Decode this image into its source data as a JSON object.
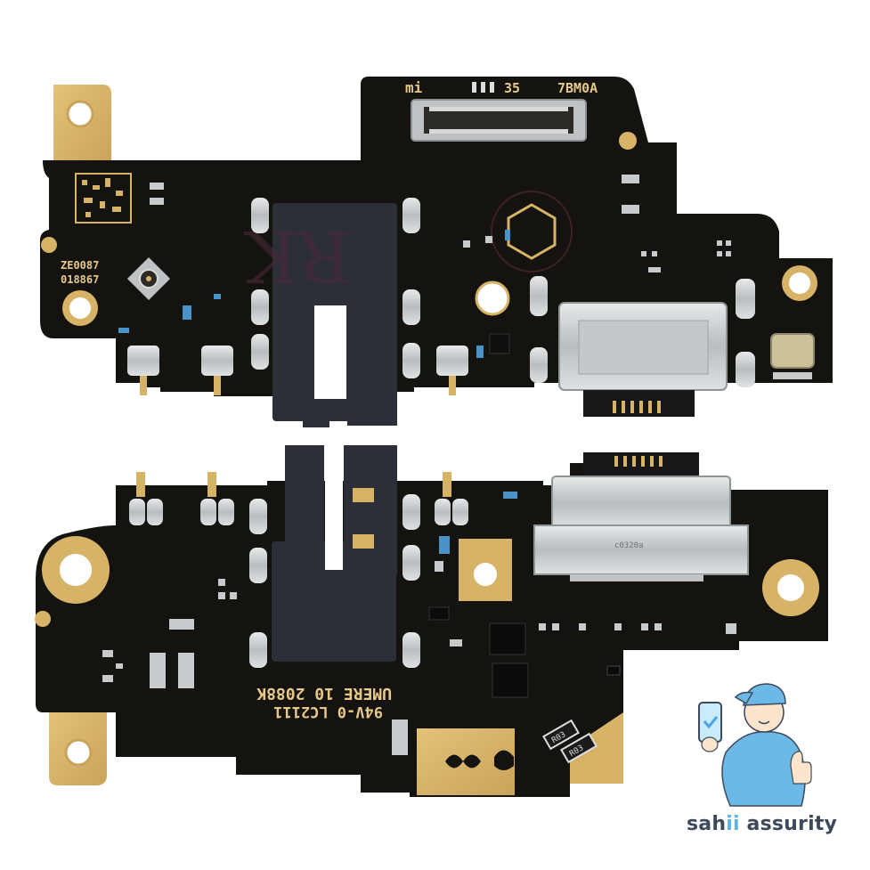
{
  "image": {
    "description": "Product photo of a smartphone USB-C charging port sub-board (PCB) shown twice: top view and bottom view",
    "background": "#ffffff"
  },
  "top_board": {
    "markings": {
      "brand_logo": "mi",
      "code_35": "35",
      "code_right": "7BM0A",
      "code_left_1": "ZE0087",
      "code_left_2": "018867"
    },
    "components": [
      "board-to-board-connector",
      "headphone-jack",
      "usb-c-port",
      "coax-antenna-connector",
      "crystal-oscillator",
      "spring-contacts",
      "hex-silkscreen-mark"
    ]
  },
  "bottom_board": {
    "markings": {
      "line_1": "94V-0 LC2111",
      "line_2": "UMERE 10 2088K",
      "resistor_1": "R03",
      "resistor_2": "R03",
      "usb_shield_text": "c0320a"
    },
    "components": [
      "headphone-jack",
      "usb-c-port",
      "spring-contacts",
      "smd-components",
      "gold-shield-pad"
    ]
  },
  "colors": {
    "pcb": "#14130f",
    "gold": "#d7b368",
    "silver": "#c9ccce",
    "jack": "#2c2f38",
    "silkscreen": "#e6c98a"
  },
  "watermark": {
    "brand_name_part1": "sah",
    "brand_name_part2": "ii",
    "brand_name_part3": " assurity",
    "mascot": "technician-with-phone-thumbs-up",
    "colors": {
      "shirt": "#6cb8e6",
      "text": "#3e4a5b",
      "accent": "#5fb4e6"
    }
  }
}
